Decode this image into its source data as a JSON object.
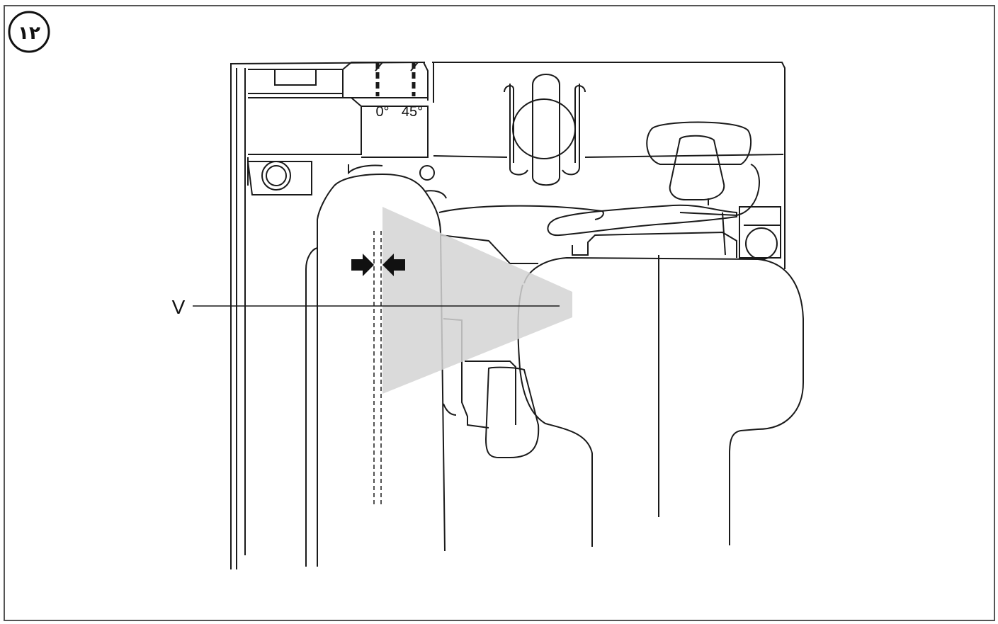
{
  "figure": {
    "badge_label": "۱۲",
    "scale_marks": [
      "0°",
      "45°"
    ],
    "callout_label": "V"
  },
  "colors": {
    "line": "#1a1a1a",
    "highlight": "#d4d4d4",
    "background": "#ffffff"
  },
  "icons": [
    "arrow-right-icon",
    "arrow-left-icon"
  ]
}
